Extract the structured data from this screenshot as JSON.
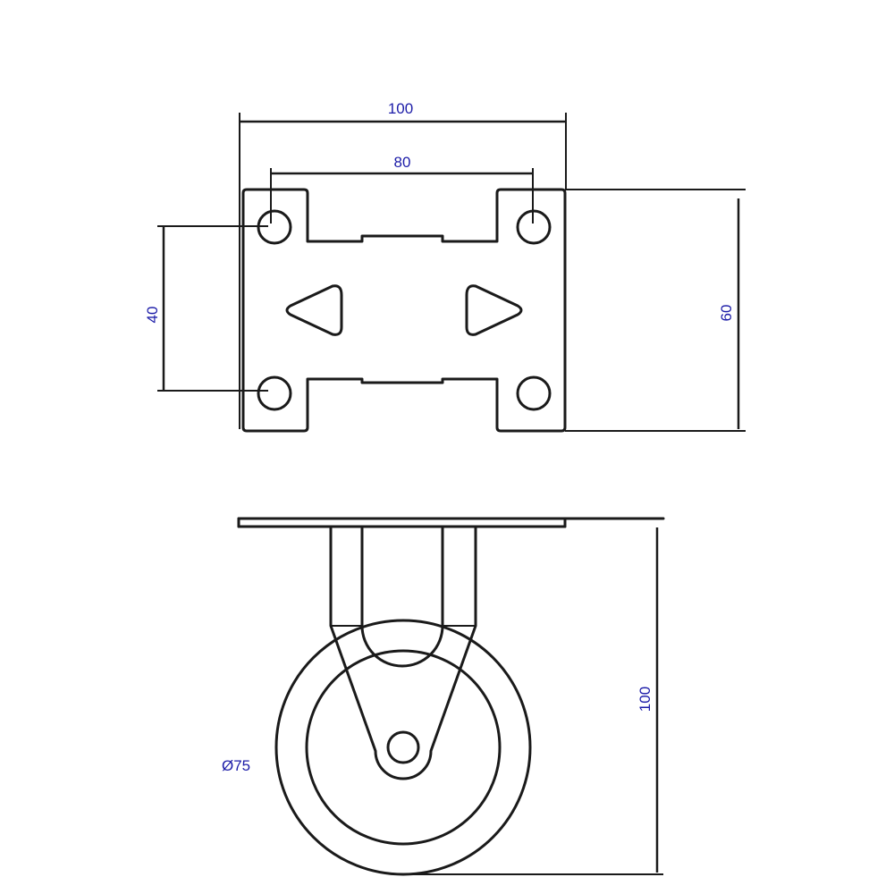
{
  "colors": {
    "line": "#1a1a1a",
    "dimension_text": "#1c1ca8",
    "background": "#ffffff"
  },
  "dimensions": {
    "plate_width": "100",
    "hole_spacing_x": "80",
    "hole_spacing_y": "40",
    "plate_height": "60",
    "overall_height": "100",
    "wheel_diameter": "Ø75"
  }
}
